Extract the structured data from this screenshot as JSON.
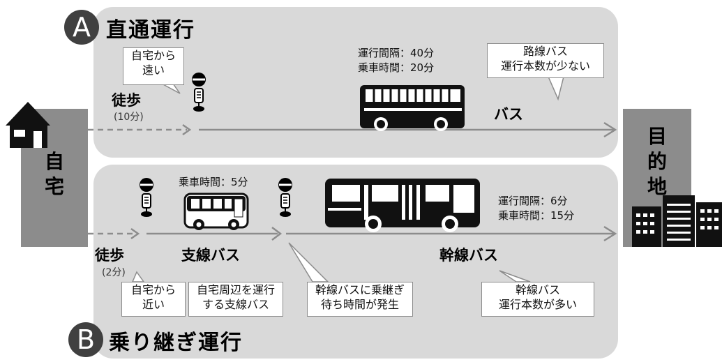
{
  "route_a": {
    "badge": "A",
    "title": "直通運行",
    "walk_label": "徒歩",
    "walk_time": "(10分)",
    "callout_home_far": "自宅から\n遠い",
    "interval": "運行間隔：40分",
    "ride_time": "乗車時間：20分",
    "bus_label": "バス",
    "callout_route_bus": "路線バス\n運行本数が少ない"
  },
  "route_b": {
    "badge": "B",
    "title": "乗り継ぎ運行",
    "walk_label": "徒歩",
    "walk_time": "(2分)",
    "feeder_ride_time": "乗車時間：5分",
    "feeder_label": "支線バス",
    "trunk_interval": "運行間隔：6分",
    "trunk_ride_time": "乗車時間：15分",
    "trunk_label": "幹線バス",
    "callout_home_near": "自宅から\n近い",
    "callout_feeder": "自宅周辺を運行\nする支線バス",
    "callout_transfer": "幹線バスに乗継ぎ\n待ち時間が発生",
    "callout_trunk": "幹線バス\n運行本数が多い"
  },
  "home_label": "自\n宅",
  "destination_label": "目\n的\n地",
  "colors": {
    "panel": "#d9d9d9",
    "box": "#8c8c8c",
    "arrow": "#8c8c8c",
    "badge": "#404040"
  }
}
